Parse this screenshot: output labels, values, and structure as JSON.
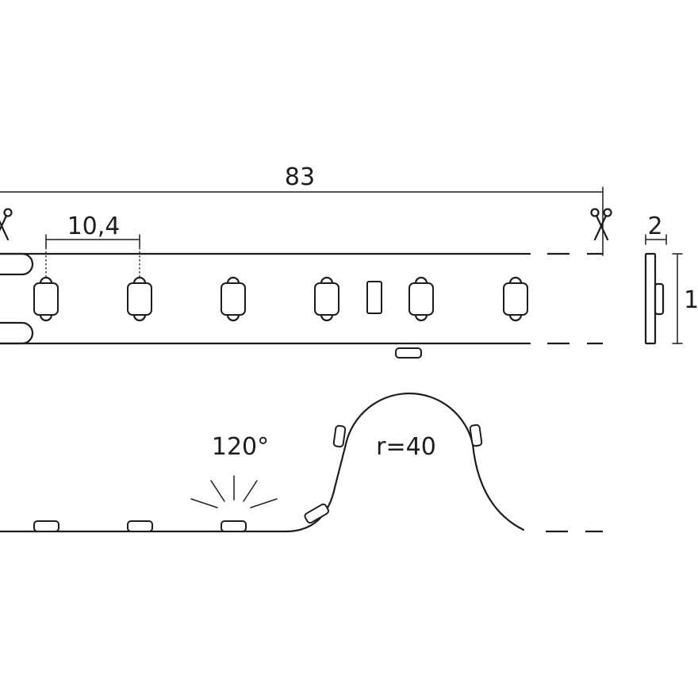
{
  "dimensions": {
    "length": "83",
    "pitch": "10,4",
    "thickness": "2",
    "width_partial": "1",
    "beam_angle": "120°",
    "bend_radius": "r=40"
  },
  "icons": {
    "cut_mark": "scissors-icon"
  },
  "colors": {
    "line": "#1d1d1b",
    "background": "#ffffff"
  }
}
